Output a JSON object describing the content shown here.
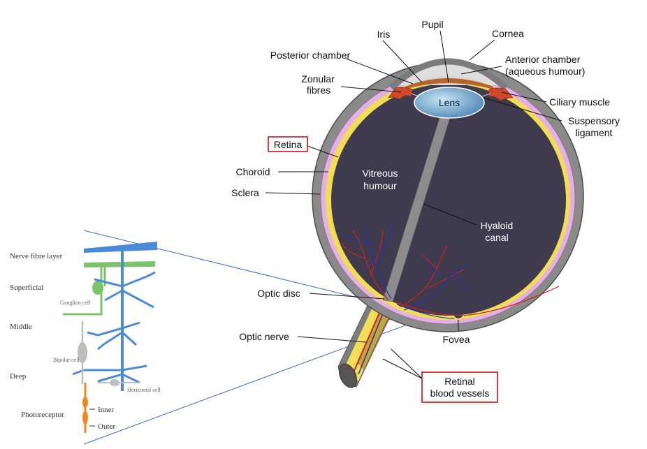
{
  "eye": {
    "labels": {
      "pupil": "Pupil",
      "iris": "Iris",
      "cornea": "Cornea",
      "posterior_chamber": "Posterior chamber",
      "anterior_chamber_1": "Anterior chamber",
      "anterior_chamber_2": "(aqueous humour)",
      "zonular_1": "Zonular",
      "zonular_2": "fibres",
      "lens": "Lens",
      "ciliary_muscle": "Ciliary muscle",
      "suspensory_1": "Suspensory",
      "suspensory_2": "ligament",
      "retina": "Retina",
      "choroid": "Choroid",
      "sclera": "Sclera",
      "vitreous_1": "Vitreous",
      "vitreous_2": "humour",
      "hyaloid_1": "Hyaloid",
      "hyaloid_2": "canal",
      "optic_disc": "Optic disc",
      "optic_nerve": "Optic nerve",
      "fovea": "Fovea",
      "retinal_vessels_1": "Retinal",
      "retinal_vessels_2": "blood vessels"
    },
    "colors": {
      "sclera": "#8a8a8a",
      "choroid": "#d9a0d9",
      "retina": "#f2dd55",
      "vitreous": "#3f3a4d",
      "highlight_box": "#d01010",
      "artery": "#d02020",
      "vein": "#2030b0"
    }
  },
  "retina_layers": {
    "nerve_fibre_layer": "Nerve fibre layer",
    "superficial": "Superficial",
    "ganglion_cell": "Ganglion cell",
    "middle": "Middle",
    "bipolar_cell": "Bipolar cell",
    "deep": "Deep",
    "horizontal_cell": "Horizontal cell",
    "photoreceptor": "Photoreceptor",
    "inner": "Inner",
    "outer": "Outer"
  }
}
